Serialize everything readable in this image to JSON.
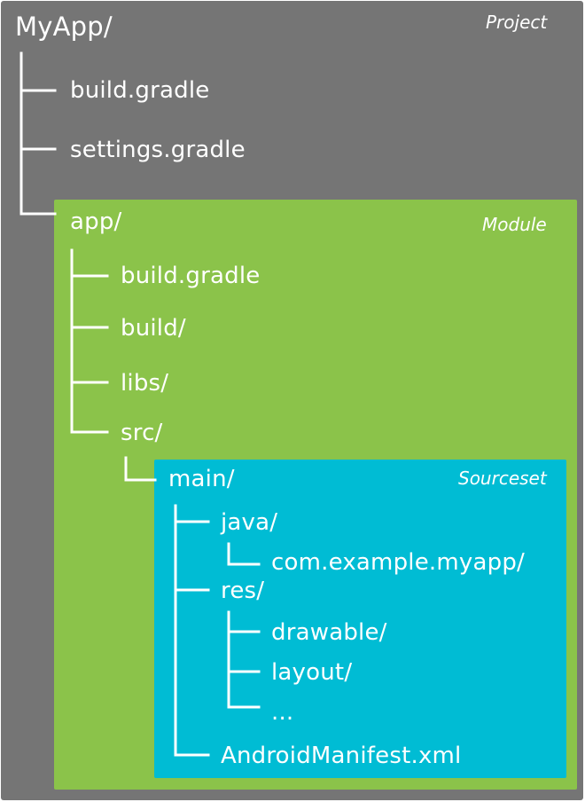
{
  "colors": {
    "project": "#757575",
    "module": "#8bc34a",
    "sourceset": "#00bcd4",
    "line": "#ffffff"
  },
  "project": {
    "name": "MyApp/",
    "tag": "Project",
    "files": [
      "build.gradle",
      "settings.gradle"
    ]
  },
  "module": {
    "name": "app/",
    "tag": "Module",
    "files": [
      "build.gradle",
      "build/",
      "libs/",
      "src/"
    ]
  },
  "sourceset": {
    "name": "main/",
    "tag": "Sourceset",
    "java": {
      "name": "java/",
      "child": "com.example.myapp/"
    },
    "res": {
      "name": "res/",
      "children": [
        "drawable/",
        "layout/",
        "..."
      ]
    },
    "manifest": "AndroidManifest.xml"
  }
}
